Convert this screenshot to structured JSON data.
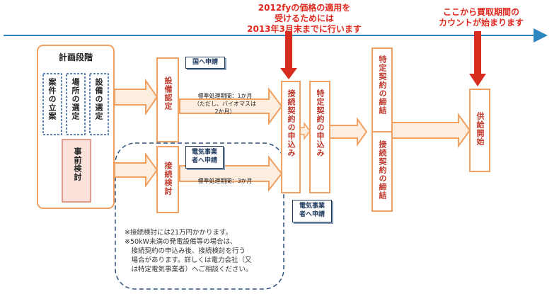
{
  "planning": {
    "title": "計画段階",
    "items": [
      "案件の立案",
      "場所の選定",
      "設備の選定"
    ],
    "pre_review": "事前検討"
  },
  "steps": {
    "facility_cert": "設備認定",
    "connection_review": "接続検討",
    "connection_apply": "接続契約の申込み",
    "specific_apply": "特定契約の申込み",
    "specific_sign": "特定契約の締結",
    "connection_sign": "接続契約の締結",
    "supply_start": "供給開始"
  },
  "tags": {
    "to_government": "国へ申請",
    "to_electric_1": "電気事業\n者へ申請",
    "to_electric_2": "電気事業\n者へ申請"
  },
  "periods": {
    "cert_period": "標準処理期間：1か月\n（ただし、バイオマスは\n2か月）",
    "review_period": "標準処理期間：3か月"
  },
  "callouts": {
    "deadline": "2012fyの価格の適用を\n受けるためには\n2013年3月末までに行います",
    "purchase_start": "ここから買取期間の\nカウントが始まります"
  },
  "footnotes": [
    "※接続検討には21万円かかります。",
    "※50kW未満の発電設備等の場合は、",
    "　接続契約の申込み後、接続検討を行う",
    "　場合があります。詳しくは電力会社（又",
    "　は特定電気事業者）へご相談ください。"
  ],
  "colors": {
    "arrow_fill": "#fdeee0",
    "arrow_stroke": "#f0a060",
    "timeline": "#2e86c1",
    "callout_arrow": "#d62d20",
    "pre_review_fill": "#fbe3dc"
  }
}
